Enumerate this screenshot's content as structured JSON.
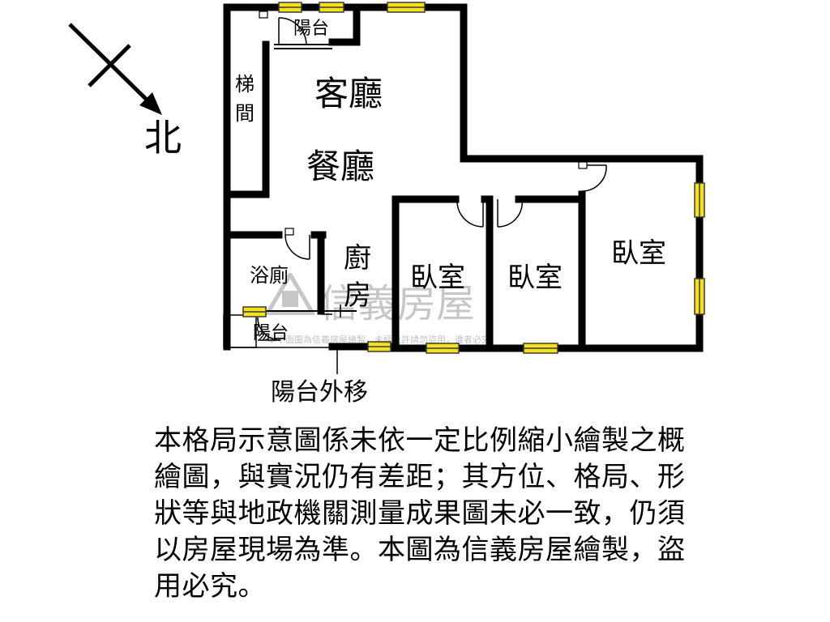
{
  "compass": {
    "north_label": "北"
  },
  "rooms": {
    "balcony_top": "陽台",
    "stairwell_1": "梯",
    "stairwell_2": "間",
    "living_room": "客廳",
    "dining_room": "餐廳",
    "bathroom": "浴廁",
    "kitchen_1": "廚",
    "kitchen_2": "房",
    "bedroom_a": "臥室",
    "bedroom_b": "臥室",
    "bedroom_c": "臥室",
    "balcony_bottom": "陽台"
  },
  "annotation": {
    "balcony_moved_out": "陽台外移"
  },
  "watermark": {
    "brand": "信義房屋",
    "fine_print": "本平面圖為信義房屋繪製，未經允許請勿盜用，違者必究"
  },
  "colors": {
    "wall": "#000000",
    "window": "#f4e01b",
    "window_frame": "#3a3a3a"
  },
  "disclaimer": {
    "line1": "本格局示意圖係未依一定比例縮小繪製之概",
    "line2": "繪圖，與實況仍有差距；其方位、格局、形",
    "line3": "狀等與地政機關測量成果圖未必一致，仍須",
    "line4": "以房屋現場為準。本圖為信義房屋繪製，盜",
    "line5": "用必究。"
  }
}
